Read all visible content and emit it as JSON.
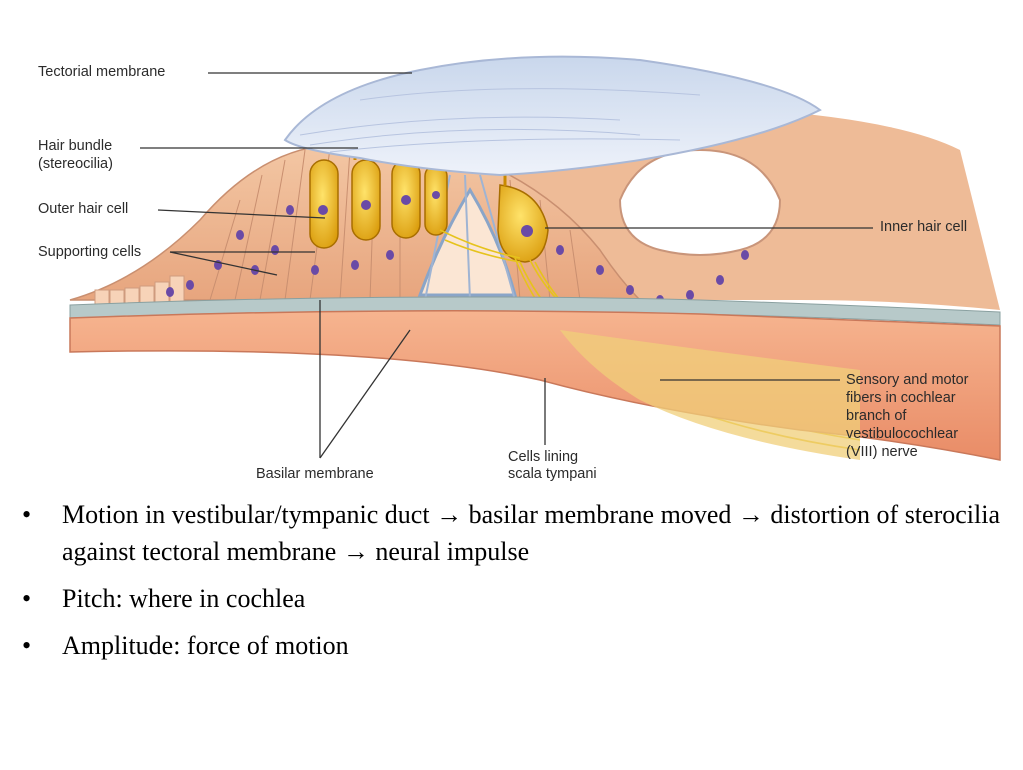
{
  "labels": {
    "tectorial_membrane": "Tectorial membrane",
    "hair_bundle_1": "Hair bundle",
    "hair_bundle_2": "(stereocilia)",
    "outer_hair_cell": "Outer hair cell",
    "supporting_cells": "Supporting cells",
    "inner_hair_cell": "Inner hair cell",
    "sensory_1": "Sensory and motor",
    "sensory_2": "fibers in cochlear",
    "sensory_3": "branch of",
    "sensory_4": "vestibulocochlear",
    "sensory_5": "(VIII) nerve",
    "basilar_membrane": "Basilar membrane",
    "cells_lining_1": "Cells lining",
    "cells_lining_2": "scala tympani"
  },
  "bullets": {
    "marker": "•",
    "arrow": "→",
    "b1_part1": "Motion in  vestibular/tympanic duct ",
    "b1_part2": " basilar membrane moved ",
    "b1_part3": " distortion of sterocilia against tectoral membrane ",
    "b1_part4": " neural impulse",
    "b2": "Pitch: where in cochlea",
    "b3": "Amplitude: force of motion"
  }
}
